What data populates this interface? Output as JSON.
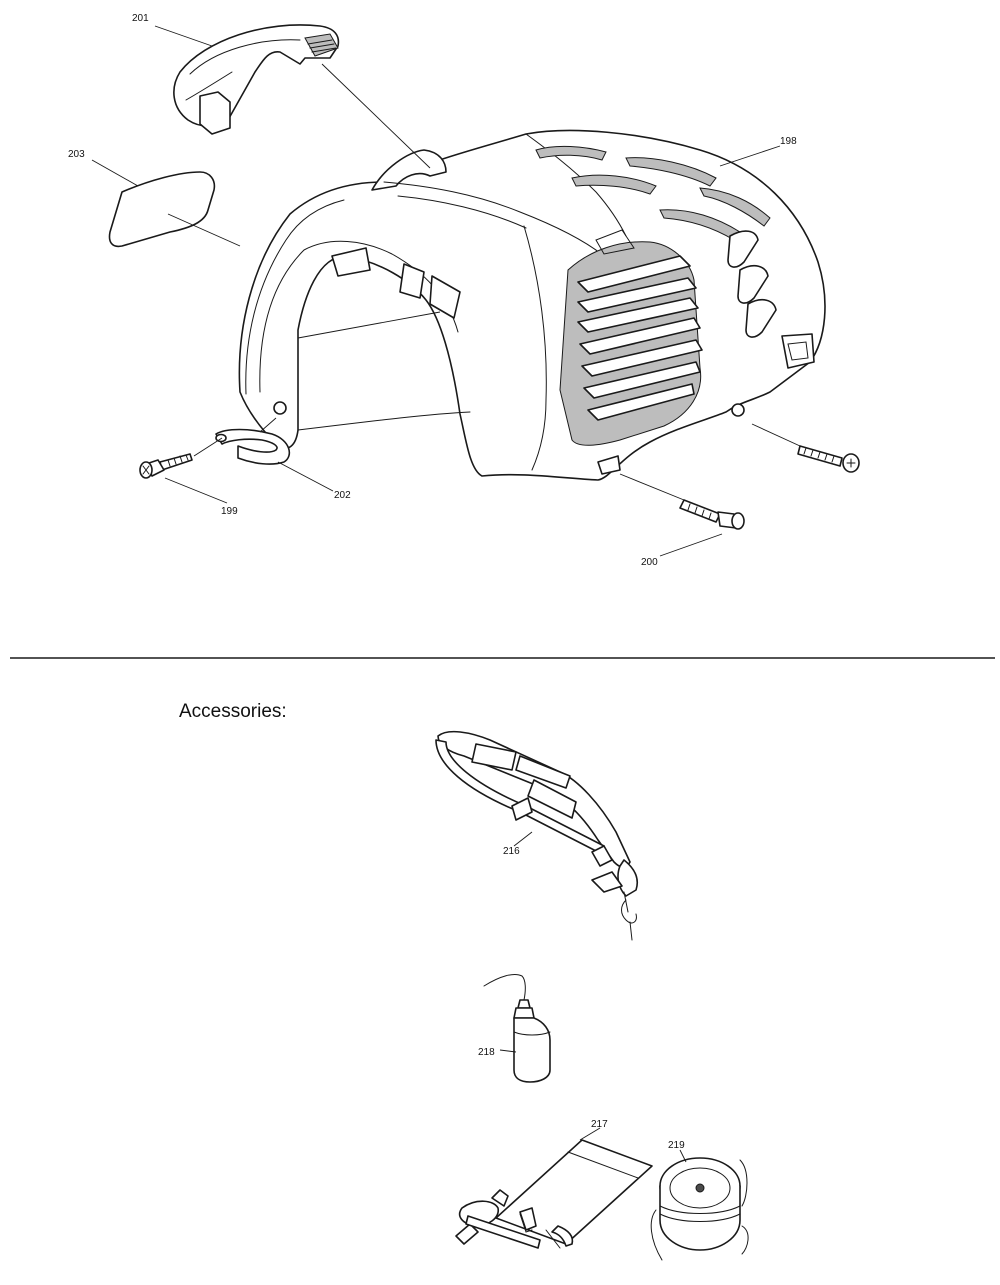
{
  "section_title": "Accessories:",
  "callouts": {
    "c198": "198",
    "c199": "199",
    "c200": "200",
    "c201": "201",
    "c202": "202",
    "c203": "203",
    "c216": "216",
    "c217": "217",
    "c218": "218",
    "c219": "219"
  }
}
